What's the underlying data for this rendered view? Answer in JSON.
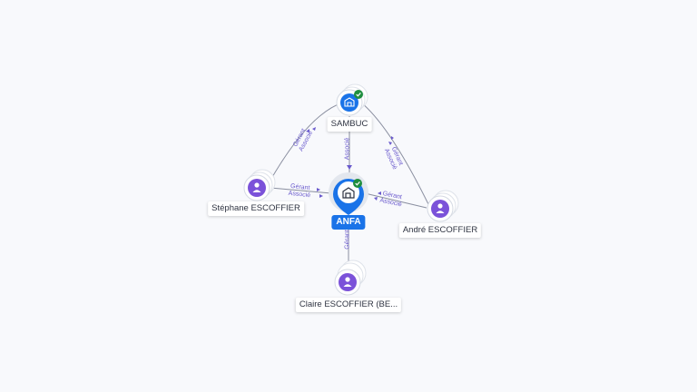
{
  "nodes": {
    "sambuc": {
      "label": "SAMBUC",
      "type": "company",
      "verified": true,
      "icon": "building-icon"
    },
    "anfa": {
      "label": "ANFA",
      "type": "company-main",
      "verified": true,
      "icon": "building-icon"
    },
    "stephane": {
      "label": "Stéphane ESCOFFIER",
      "type": "person",
      "icon": "person-icon"
    },
    "andre": {
      "label": "André ESCOFFIER",
      "type": "person",
      "icon": "person-icon"
    },
    "claire": {
      "label": "Claire ESCOFFIER (BE...",
      "type": "person",
      "icon": "person-icon"
    }
  },
  "edges": {
    "stephane_sambuc": {
      "role1": "Gérant",
      "role2": "Associé"
    },
    "sambuc_anfa": {
      "role1": "Associé"
    },
    "sambuc_andre": {
      "role1": "Gérant",
      "role2": "Associé"
    },
    "stephane_anfa": {
      "role1": "Gérant",
      "role2": "Associé"
    },
    "andre_anfa": {
      "role1": "Gérant",
      "role2": "Associé"
    },
    "claire_anfa": {
      "role1": "Gérant"
    }
  },
  "colors": {
    "person": "#7b52d9",
    "company": "#1a73e8",
    "verified": "#1e8e3e",
    "edge": "#8a8fa0",
    "edge_label": "#6a5acd"
  }
}
